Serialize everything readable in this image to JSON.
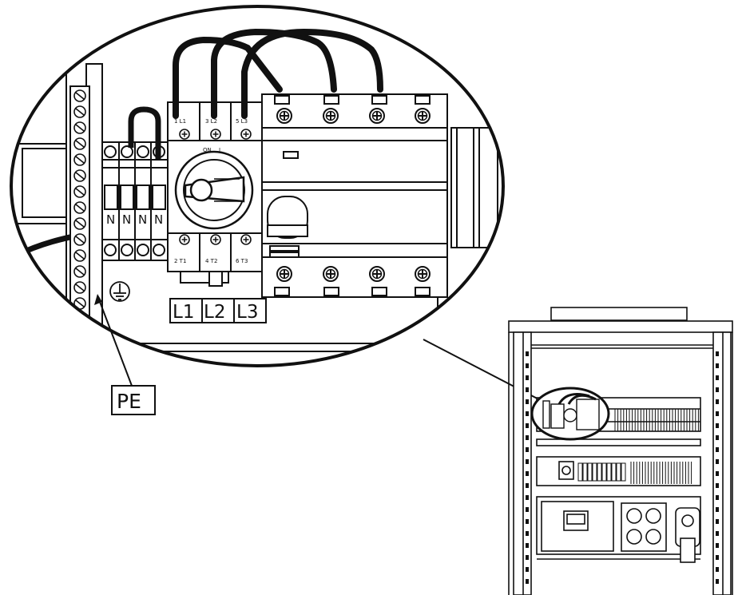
{
  "labels": {
    "pe": "PE",
    "l1": "L1",
    "l2": "L2",
    "l3": "L3",
    "n": "N",
    "on": "ON",
    "off_mark": "I",
    "term_top": [
      "1 L1",
      "3 L2",
      "5 L3"
    ],
    "term_bottom": [
      "2 T1",
      "4 T2",
      "6 T3"
    ]
  },
  "icons": {
    "ground": "ground-symbol-icon",
    "rotary": "rotary-switch-handle-icon"
  },
  "colors": {
    "stroke": "#111111",
    "cable": "#111111",
    "background": "#ffffff"
  }
}
